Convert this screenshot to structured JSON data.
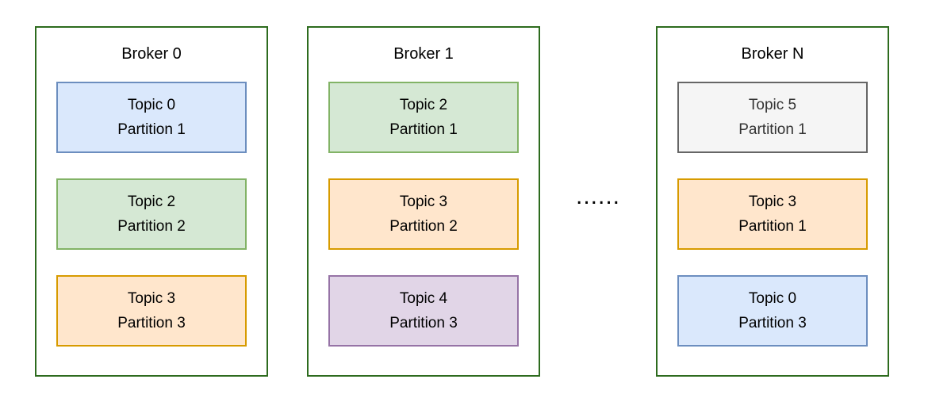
{
  "diagram": {
    "ellipsis": "......",
    "palette": {
      "broker": {
        "stroke": "#2D6B1E"
      },
      "blue": {
        "fill": "#DAE8FC",
        "stroke": "#6C8EBF",
        "text": "#000000"
      },
      "green": {
        "fill": "#D5E8D4",
        "stroke": "#82B366",
        "text": "#000000"
      },
      "orange": {
        "fill": "#FFE6CC",
        "stroke": "#D79B00",
        "text": "#000000"
      },
      "purple": {
        "fill": "#E1D5E7",
        "stroke": "#9673A6",
        "text": "#000000"
      },
      "gray": {
        "fill": "#F5F5F5",
        "stroke": "#666666",
        "text": "#333333"
      }
    },
    "brokers": [
      {
        "title": "Broker 0",
        "topics": [
          {
            "topic": "Topic 0",
            "partition": "Partition 1",
            "color": "blue"
          },
          {
            "topic": "Topic 2",
            "partition": "Partition 2",
            "color": "green"
          },
          {
            "topic": "Topic 3",
            "partition": "Partition 3",
            "color": "orange"
          }
        ]
      },
      {
        "title": "Broker 1",
        "topics": [
          {
            "topic": "Topic 2",
            "partition": "Partition 1",
            "color": "green"
          },
          {
            "topic": "Topic 3",
            "partition": "Partition 2",
            "color": "orange"
          },
          {
            "topic": "Topic 4",
            "partition": "Partition 3",
            "color": "purple"
          }
        ]
      },
      {
        "title": "Broker N",
        "topics": [
          {
            "topic": "Topic 5",
            "partition": "Partition 1",
            "color": "gray"
          },
          {
            "topic": "Topic 3",
            "partition": "Partition 1",
            "color": "orange"
          },
          {
            "topic": "Topic 0",
            "partition": "Partition 3",
            "color": "blue"
          }
        ]
      }
    ]
  }
}
